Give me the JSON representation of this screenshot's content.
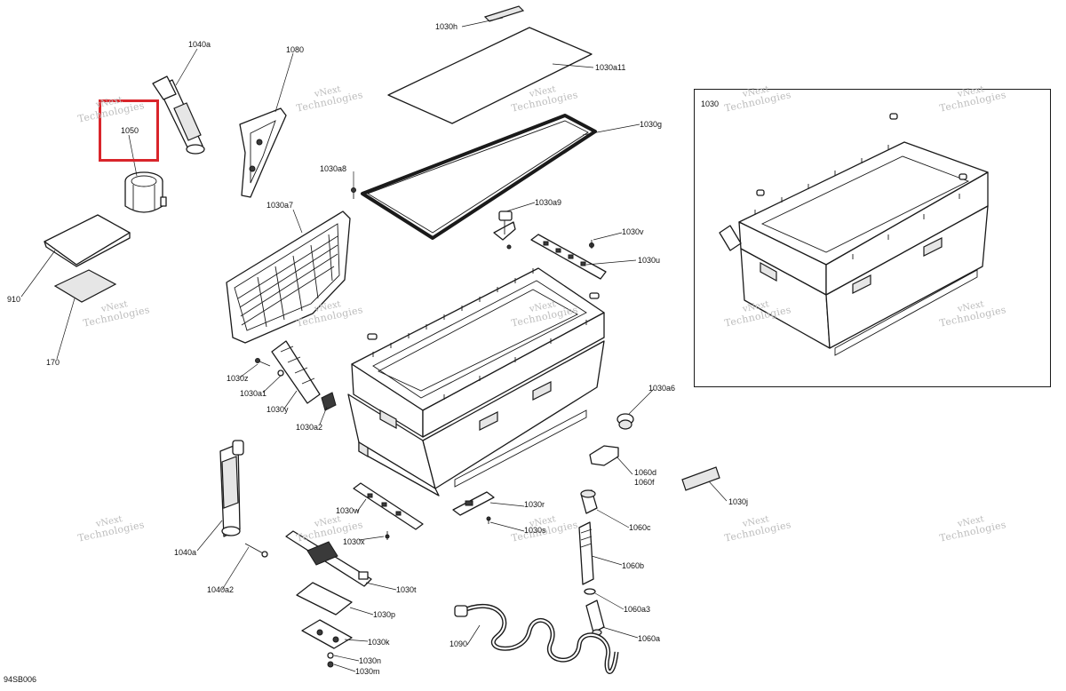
{
  "drawing_code": "94SB006",
  "highlight_color": "#d9252b",
  "highlighted_part": "1050",
  "watermark": {
    "line1": "vNext",
    "line2": "Technologies"
  },
  "inset": {
    "label": "1030"
  },
  "callouts": {
    "p1030h": "1030h",
    "p1030a11": "1030a11",
    "p1030g": "1030g",
    "p1030a8": "1030a8",
    "p1030a7": "1030a7",
    "p1030a9": "1030a9",
    "p1030v": "1030v",
    "p1030u": "1030u",
    "p1040a_top": "1040a",
    "p1080": "1080",
    "p1050": "1050",
    "p910": "910",
    "p170": "170",
    "p1030z": "1030z",
    "p1030a1": "1030a1",
    "p1030y": "1030y",
    "p1030a2": "1030a2",
    "p1030a6": "1030a6",
    "p1060d": "1060d",
    "p1060f": "1060f",
    "p1030j": "1030j",
    "p1030r": "1030r",
    "p1030s": "1030s",
    "p1030w": "1030w",
    "p1030x": "1030x",
    "p1060c": "1060c",
    "p1060b": "1060b",
    "p1040a_bottom": "1040a",
    "p1040a2": "1040a2",
    "p1030t": "1030t",
    "p1030p": "1030p",
    "p1030k": "1030k",
    "p1030n": "1030n",
    "p1030m": "1030m",
    "p1060a3": "1060a3",
    "p1060a": "1060a",
    "p1090": "1090"
  }
}
